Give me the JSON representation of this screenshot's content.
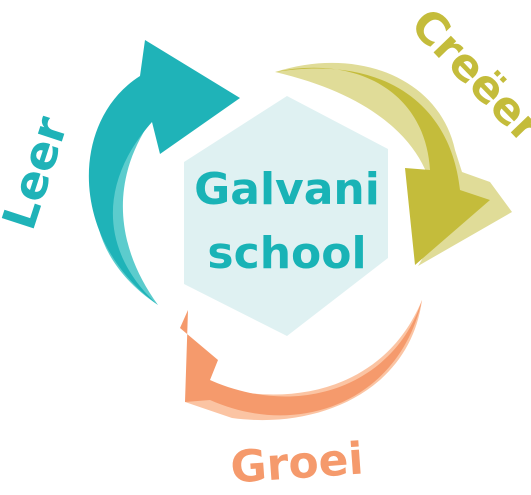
{
  "logo": {
    "center_line1": "Galvani",
    "center_line2": "school",
    "label_leer": "Leer",
    "label_creeer": "Creëer",
    "label_groei": "Groei"
  },
  "colors": {
    "hexagon": "#dff1f2",
    "center_text": "#19b3b6",
    "leer_dark": "#1fb3b8",
    "leer_light": "#5ccccd",
    "creeer_dark": "#c4bc3b",
    "creeer_light": "#e0dc98",
    "groei_dark": "#f59a6c",
    "groei_light": "#fbc4a3"
  }
}
